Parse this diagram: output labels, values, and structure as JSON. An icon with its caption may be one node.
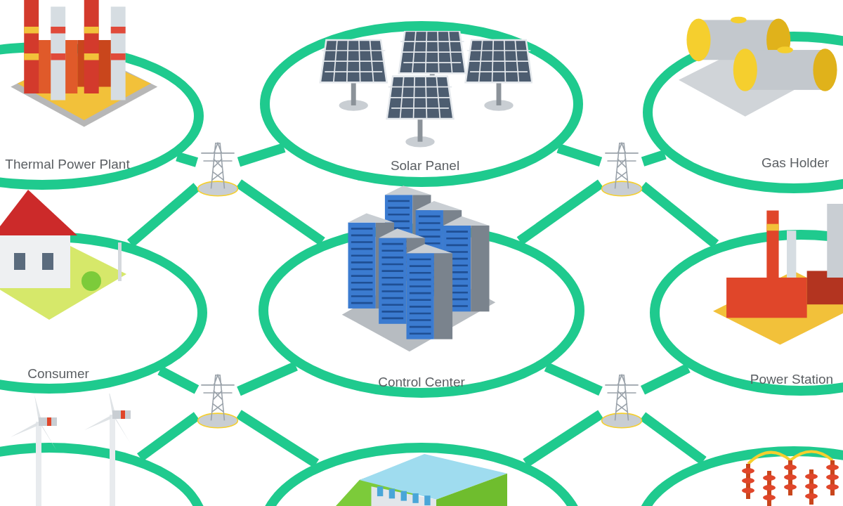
{
  "diagram": {
    "nodes": [
      {
        "text": [
          "Thermal Power Plant"
        ]
      },
      {
        "text": [
          "Solar Panel"
        ]
      },
      {
        "text": [
          "Gas Holder"
        ]
      },
      {
        "text": [
          "Consumer"
        ]
      },
      {
        "text": [
          "Control Center"
        ]
      },
      {
        "text": [
          "Power Station"
        ]
      },
      {
        "text": [],
        "shape": "circle"
      },
      {
        "text": [],
        "shape": "circle"
      },
      {
        "text": [],
        "shape": "circle"
      },
      {
        "text": [],
        "shape": "picture"
      },
      {
        "text": [],
        "shape": "picture"
      },
      {
        "text": [],
        "shape": "picture"
      },
      {
        "text": [],
        "shape": "picture"
      }
    ],
    "edges": [
      {
        "from": 9,
        "to": 0,
        "arrow": "none"
      },
      {
        "from": 9,
        "to": 1,
        "arrow": "none"
      },
      {
        "from": 9,
        "to": 3,
        "arrow": "none"
      },
      {
        "from": 9,
        "to": 4,
        "arrow": "none"
      },
      {
        "from": 10,
        "to": 1,
        "arrow": "none"
      },
      {
        "from": 10,
        "to": 2,
        "arrow": "none"
      },
      {
        "from": 10,
        "to": 4,
        "arrow": "none"
      },
      {
        "from": 10,
        "to": 5,
        "arrow": "none"
      },
      {
        "from": 11,
        "to": 3,
        "arrow": "none"
      },
      {
        "from": 11,
        "to": 4,
        "arrow": "none"
      },
      {
        "from": 11,
        "to": 6,
        "arrow": "none"
      },
      {
        "from": 11,
        "to": 7,
        "arrow": "none"
      },
      {
        "from": 12,
        "to": 4,
        "arrow": "none"
      },
      {
        "from": 12,
        "to": 5,
        "arrow": "none"
      },
      {
        "from": 12,
        "to": 7,
        "arrow": "none"
      },
      {
        "from": 12,
        "to": 8,
        "arrow": "none"
      }
    ]
  }
}
